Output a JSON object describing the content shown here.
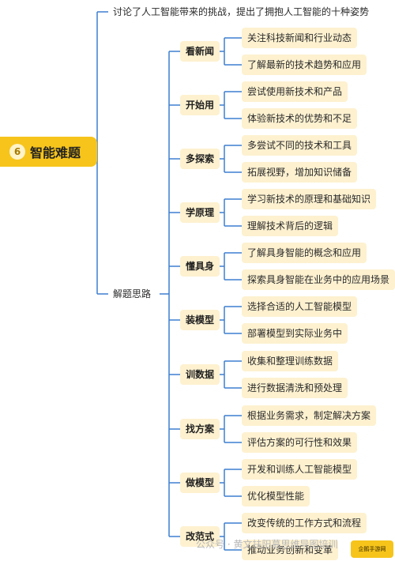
{
  "root": {
    "label": "智能难题",
    "icon": "lightbulb-icon"
  },
  "intro": "讨论了人工智能带来的挑战，提出了拥抱人工智能的十种姿势",
  "branch": "解题思路",
  "categories": [
    {
      "label": "看新闻",
      "leaves": [
        "关注科技新闻和行业动态",
        "了解最新的技术趋势和应用"
      ]
    },
    {
      "label": "开始用",
      "leaves": [
        "尝试使用新技术和产品",
        "体验新技术的优势和不足"
      ]
    },
    {
      "label": "多探索",
      "leaves": [
        "多尝试不同的技术和工具",
        "拓展视野，增加知识储备"
      ]
    },
    {
      "label": "学原理",
      "leaves": [
        "学习新技术的原理和基础知识",
        "理解技术背后的逻辑"
      ]
    },
    {
      "label": "懂具身",
      "leaves": [
        "了解具身智能的概念和应用",
        "探索具身智能在业务中的应用场景"
      ]
    },
    {
      "label": "装模型",
      "leaves": [
        "选择合适的人工智能模型",
        "部署模型到实际业务中"
      ]
    },
    {
      "label": "训数据",
      "leaves": [
        "收集和整理训练数据",
        "进行数据清洗和预处理"
      ]
    },
    {
      "label": "找方案",
      "leaves": [
        "根据业务需求，制定解决方案",
        "评估方案的可行性和效果"
      ]
    },
    {
      "label": "做模型",
      "leaves": [
        "开发和训练人工智能模型",
        "优化模型性能"
      ]
    },
    {
      "label": "改范式",
      "leaves": [
        "改变传统的工作方式和流程",
        "推动业务创新和变革"
      ]
    }
  ],
  "watermark": "公众号 · 黄文扶阳慕思维导图培训",
  "badge": "企鹅手游网",
  "colors": {
    "line": "#3d7fd0",
    "root": "#f6c41b",
    "box": "#fdf1d0"
  }
}
